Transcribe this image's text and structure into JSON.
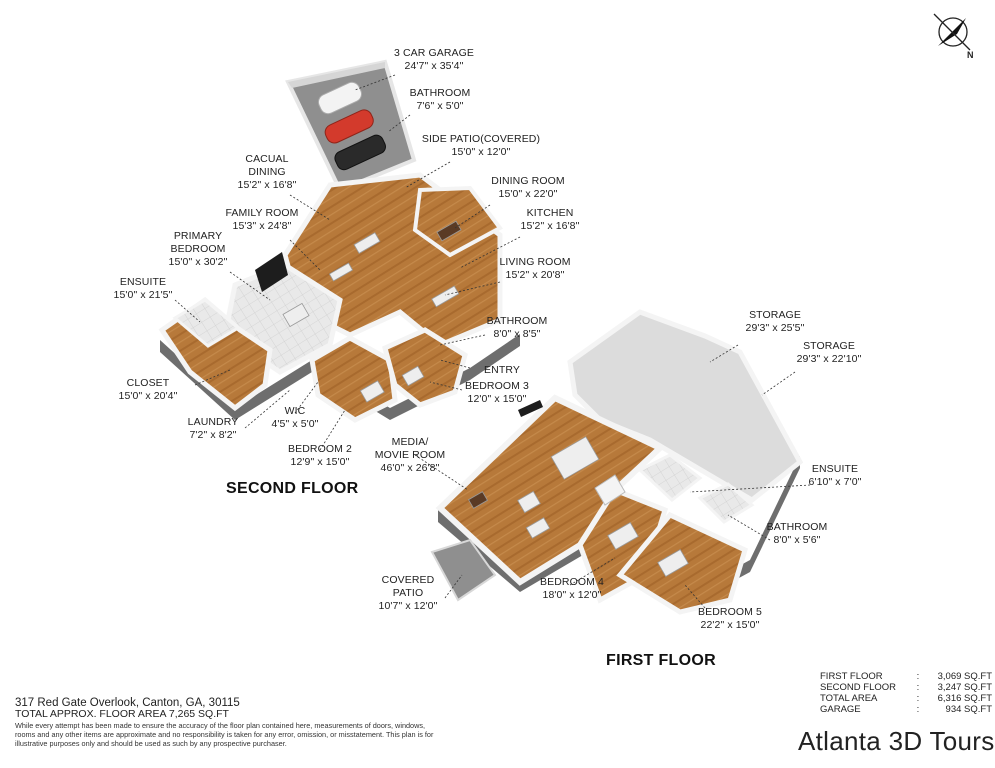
{
  "floors": {
    "second": {
      "title": "SECOND FLOOR",
      "rooms": [
        {
          "id": "garage",
          "name": "3 CAR GARAGE",
          "dims": "24'7\" x 35'4\""
        },
        {
          "id": "garage-bath",
          "name": "BATHROOM",
          "dims": "7'6\" x 5'0\""
        },
        {
          "id": "side-patio",
          "name": "SIDE PATIO(COVERED)",
          "dims": "15'0\" x 12'0\""
        },
        {
          "id": "casual-dining",
          "name": "CACUAL DINING",
          "dims": "15'2\" x 16'8\""
        },
        {
          "id": "dining-room",
          "name": "DINING ROOM",
          "dims": "15'0\" x 22'0\""
        },
        {
          "id": "family-room",
          "name": "FAMILY ROOM",
          "dims": "15'3\" x 24'8\""
        },
        {
          "id": "kitchen",
          "name": "KITCHEN",
          "dims": "15'2\" x 16'8\""
        },
        {
          "id": "primary-bedroom",
          "name": "PRIMARY BEDROOM",
          "dims": "15'0\" x 30'2\""
        },
        {
          "id": "living-room",
          "name": "LIVING ROOM",
          "dims": "15'2\" x 20'8\""
        },
        {
          "id": "ensuite-2",
          "name": "ENSUITE",
          "dims": "15'0\" x 21'5\""
        },
        {
          "id": "bathroom-2",
          "name": "BATHROOM",
          "dims": "8'0\" x 8'5\""
        },
        {
          "id": "entry",
          "name": "ENTRY",
          "dims": ""
        },
        {
          "id": "bedroom-3",
          "name": "BEDROOM 3",
          "dims": "12'0\" x 15'0\""
        },
        {
          "id": "closet",
          "name": "CLOSET",
          "dims": "15'0\" x 20'4\""
        },
        {
          "id": "laundry",
          "name": "LAUNDRY",
          "dims": "7'2\" x 8'2\""
        },
        {
          "id": "wic",
          "name": "WIC",
          "dims": "4'5\" x 5'0\""
        },
        {
          "id": "bedroom-2",
          "name": "BEDROOM 2",
          "dims": "12'9\" x 15'0\""
        }
      ]
    },
    "first": {
      "title": "FIRST FLOOR",
      "rooms": [
        {
          "id": "storage-1",
          "name": "STORAGE",
          "dims": "29'3\" x 25'5\""
        },
        {
          "id": "storage-2",
          "name": "STORAGE",
          "dims": "29'3\" x 22'10\""
        },
        {
          "id": "media-room",
          "name": "MEDIA/ MOVIE ROOM",
          "dims": "46'0\" x 26'8\""
        },
        {
          "id": "ensuite-1",
          "name": "ENSUITE",
          "dims": "6'10\" x 7'0\""
        },
        {
          "id": "bathroom-1",
          "name": "BATHROOM",
          "dims": "8'0\" x 5'6\""
        },
        {
          "id": "covered-patio",
          "name": "COVERED PATIO",
          "dims": "10'7\" x 12'0\""
        },
        {
          "id": "bedroom-4",
          "name": "BEDROOM 4",
          "dims": "18'0\" x 12'0\""
        },
        {
          "id": "bedroom-5",
          "name": "BEDROOM 5",
          "dims": "22'2\" x 15'0\""
        }
      ]
    }
  },
  "address": {
    "line1": "317 Red Gate Overlook, Canton, GA, 30115",
    "line2": "TOTAL APPROX. FLOOR AREA 7,265 SQ.FT",
    "disclaimer": "While every attempt has been made to ensure the accuracy of the floor plan contained here, measurements of doors, windows, rooms and any other items are approximate and no responsibility is taken for any error, omission, or misstatement. This plan is for illustrative purposes only and should be used as such by any prospective purchaser."
  },
  "area_summary": [
    {
      "label": "FIRST FLOOR",
      "value": "3,069 SQ.FT"
    },
    {
      "label": "SECOND FLOOR",
      "value": "3,247 SQ.FT"
    },
    {
      "label": "TOTAL AREA",
      "value": "6,316 SQ.FT"
    },
    {
      "label": "GARAGE",
      "value": "934 SQ.FT"
    }
  ],
  "area_separator": ":",
  "brand": "Atlanta 3D Tours",
  "compass": {
    "letter": "N",
    "icon": "north-compass-icon"
  },
  "colors": {
    "wood_floor": "#b7793a",
    "wall": "#f1f1f1",
    "garage_floor": "#8f8f8f",
    "storage_floor": "#dcdcdc"
  }
}
